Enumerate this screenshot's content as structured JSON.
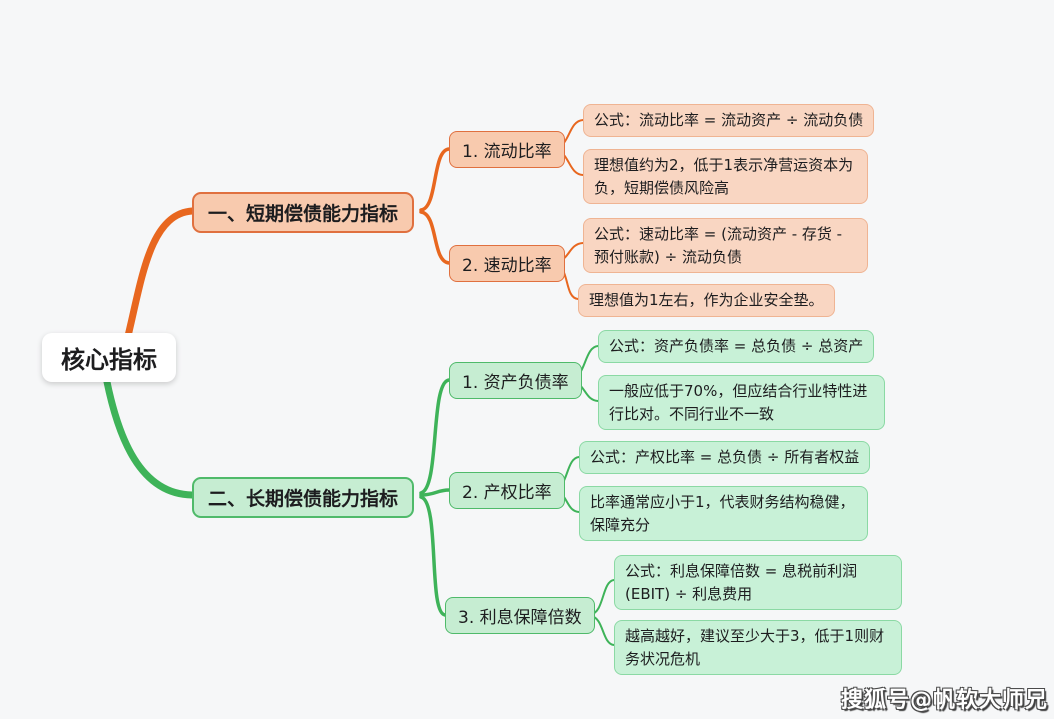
{
  "theme": {
    "background": "#f6f7f8",
    "branch1_color": "#e8671f",
    "branch2_color": "#3eb359"
  },
  "root": {
    "label": "核心指标"
  },
  "branches": [
    {
      "label": "一、短期偿债能力指标",
      "color": "#e8671f",
      "children": [
        {
          "label": "1. 流动比率",
          "notes": [
            "公式：流动比率 = 流动资产 ÷ 流动负债",
            "理想值约为2，低于1表示净营运资本为负，短期偿债风险高"
          ]
        },
        {
          "label": "2. 速动比率",
          "notes": [
            "公式：速动比率 = (流动资产 - 存货 - 预付账款) ÷ 流动负债",
            "理想值为1左右，作为企业安全垫。"
          ]
        }
      ]
    },
    {
      "label": "二、长期偿债能力指标",
      "color": "#3eb359",
      "children": [
        {
          "label": "1. 资产负债率",
          "notes": [
            "公式：资产负债率 = 总负债 ÷ 总资产",
            "一般应低于70%，但应结合行业特性进行比对。不同行业不一致"
          ]
        },
        {
          "label": "2. 产权比率",
          "notes": [
            "公式：产权比率 = 总负债 ÷ 所有者权益",
            "比率通常应小于1，代表财务结构稳健，保障充分"
          ]
        },
        {
          "label": "3. 利息保障倍数",
          "notes": [
            "公式：利息保障倍数 = 息税前利润(EBIT) ÷ 利息费用",
            "越高越好，建议至少大于3，低于1则财务状况危机"
          ]
        }
      ]
    }
  ],
  "watermark": "搜狐号@帆软大师兄"
}
